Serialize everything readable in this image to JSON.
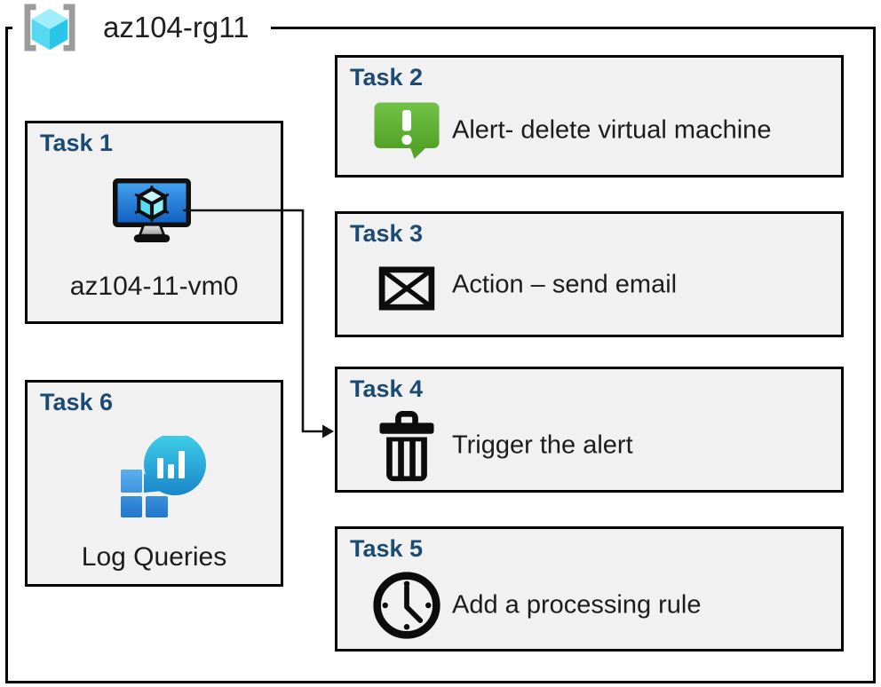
{
  "resource_group": {
    "label": "az104-rg11",
    "icon": "resource-group-icon"
  },
  "tasks": [
    {
      "title": "Task 1",
      "label": "az104-11-vm0",
      "icon": "virtual-machine-icon"
    },
    {
      "title": "Task 2",
      "label": "Alert- delete virtual machine",
      "icon": "alert-icon"
    },
    {
      "title": "Task 3",
      "label": "Action – send email",
      "icon": "email-icon"
    },
    {
      "title": "Task 4",
      "label": "Trigger the alert",
      "icon": "trash-icon"
    },
    {
      "title": "Task 5",
      "label": "Add a processing rule",
      "icon": "clock-icon"
    },
    {
      "title": "Task 6",
      "label": "Log Queries",
      "icon": "log-analytics-icon"
    }
  ],
  "arrow": {
    "from": "Task 1",
    "to": "Task 4"
  },
  "colors": {
    "task_title_blue": "#1b4a73",
    "box_fill": "#f1f1f1",
    "border_black": "#000000",
    "alert_green_top": "#72c247",
    "alert_green_bottom": "#51a226",
    "screen_blue_top": "#45a4f1",
    "screen_blue_bottom": "#0f5ec0",
    "cube_cyan": "#4fd6f0",
    "bracket_gray": "#9b9b9b",
    "log_teal_top": "#3fd0ea",
    "log_teal_bottom": "#1a86c8"
  }
}
